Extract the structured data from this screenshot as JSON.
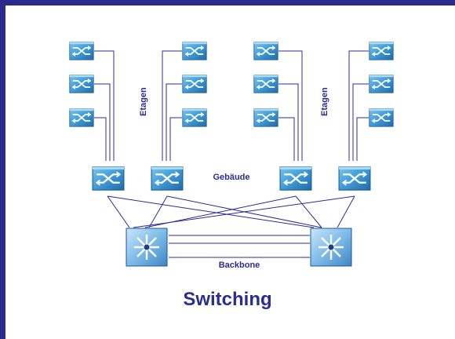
{
  "labels": {
    "etagen_left": "Etagen",
    "etagen_right": "Etagen",
    "gebaeude": "Gebäude",
    "backbone": "Backbone"
  },
  "title": "Switching",
  "colors": {
    "frame": "#2a2a8c",
    "text": "#2c2c94",
    "line": "#2c2c94",
    "switch_fill": "#4da6dc",
    "switch_dark": "#1e5a96",
    "backbone_fill": "#8fc3ea"
  },
  "icons": {
    "floor_switch": "switch-icon",
    "building_switch": "switch-icon",
    "backbone_switch": "core-switch-icon"
  }
}
